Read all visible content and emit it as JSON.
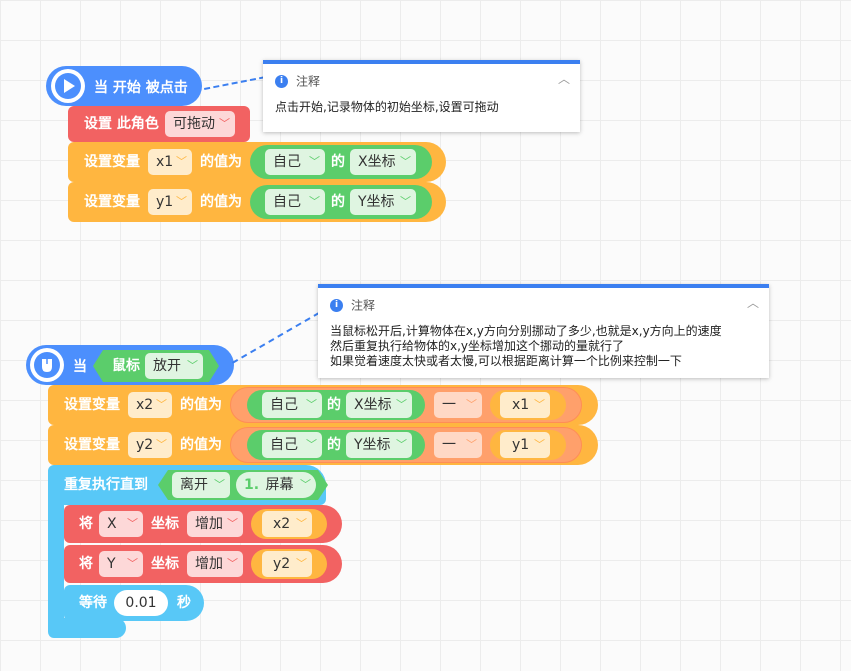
{
  "colors": {
    "event": "#4c8ffd",
    "motion": "#f26262",
    "variable": "#ffb640",
    "sensing_green": "#5bcd6b",
    "operator_orange": "#ffa06b",
    "control": "#58c8f7",
    "note_accent": "#3b7ff0"
  },
  "script1": {
    "hat": {
      "icon": "play-icon",
      "label": "当 开始 被点击"
    },
    "draggable": {
      "label": "设置 此角色",
      "value": "可拖动"
    },
    "set_x1": {
      "label": "设置变量",
      "var": "x1",
      "of_value": "的值为",
      "obj": "自己",
      "of": "的",
      "prop": "X坐标"
    },
    "set_y1": {
      "label": "设置变量",
      "var": "y1",
      "of_value": "的值为",
      "obj": "自己",
      "of": "的",
      "prop": "Y坐标"
    }
  },
  "note1": {
    "title": "注释",
    "text": "点击开始,记录物体的初始坐标,设置可拖动"
  },
  "script2": {
    "hat": {
      "icon": "mouse-icon",
      "when": "当",
      "device": "鼠标",
      "action": "放开"
    },
    "set_x2": {
      "label": "设置变量",
      "var": "x2",
      "of_value": "的值为",
      "obj": "自己",
      "of": "的",
      "prop": "X坐标",
      "op": "一",
      "rhs": "x1"
    },
    "set_y2": {
      "label": "设置变量",
      "var": "y2",
      "of_value": "的值为",
      "obj": "自己",
      "of": "的",
      "prop": "Y坐标",
      "op": "一",
      "rhs": "y1"
    },
    "repeat": {
      "label": "重复执行直到",
      "cond": "离开",
      "badge": "1.",
      "target": "屏幕"
    },
    "change_x": {
      "label": "将",
      "axis": "X",
      "coord": "坐标",
      "op": "增加",
      "var": "x2"
    },
    "change_y": {
      "label": "将",
      "axis": "Y",
      "coord": "坐标",
      "op": "增加",
      "var": "y2"
    },
    "wait": {
      "label": "等待",
      "value": "0.01",
      "unit": "秒"
    }
  },
  "note2": {
    "title": "注释",
    "lines": [
      "当鼠标松开后,计算物体在x,y方向分别挪动了多少,也就是x,y方向上的速度",
      "然后重复执行给物体的x,y坐标增加这个挪动的量就行了",
      "如果觉着速度太快或者太慢,可以根据距离计算一个比例来控制一下"
    ]
  }
}
